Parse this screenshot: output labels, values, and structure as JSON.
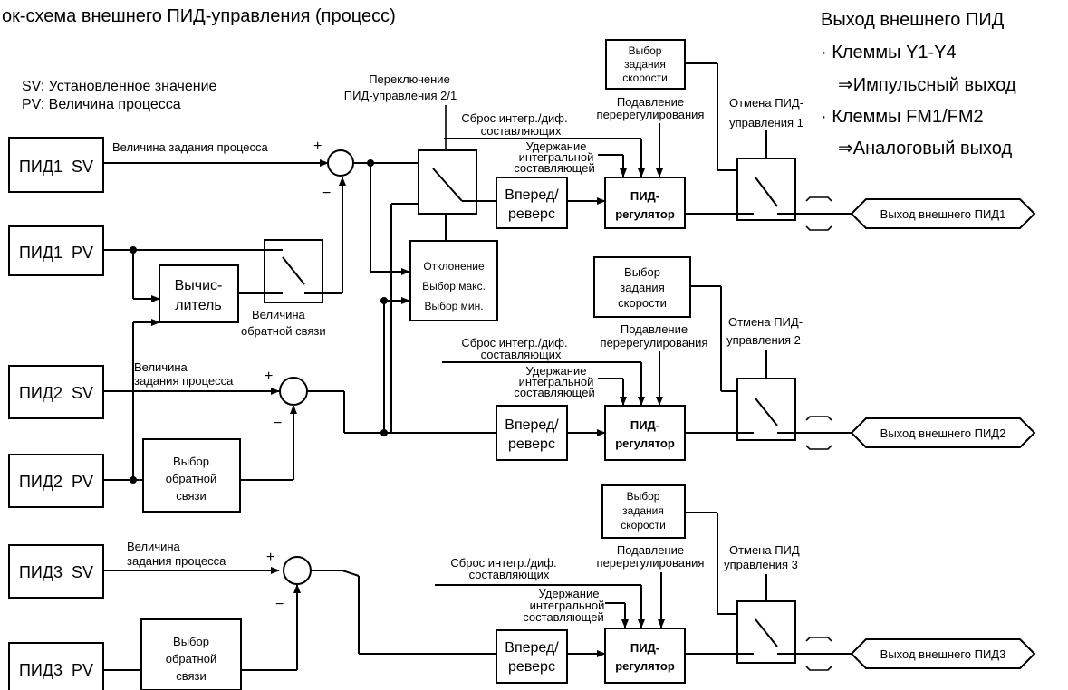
{
  "title": "ок-схема внешнего ПИД-управления (процесс)",
  "legend": {
    "sv": "SV: Установленное значение",
    "pv": "PV: Величина процесса"
  },
  "output_notes": {
    "title": "Выход внешнего ПИД",
    "line1": "· Клеммы Y1-Y4",
    "line2": "⇒Импульсный выход",
    "line3": "· Клеммы FM1/FM2",
    "line4": "⇒Аналоговый выход"
  },
  "inputs": {
    "pid1_sv": "ПИД1  SV",
    "pid1_pv": "ПИД1  PV",
    "pid2_sv": "ПИД2  SV",
    "pid2_pv": "ПИД2  PV",
    "pid3_sv": "ПИД3  SV",
    "pid3_pv": "ПИД3  PV"
  },
  "labels": {
    "process_setpoint_1": "Величина задания процесса",
    "process_setpoint_2a": "Величина",
    "process_setpoint_2b": "задания процесса",
    "process_setpoint_3a": "Величина",
    "process_setpoint_3b": "задания процесса",
    "calc_1": "Вычис-",
    "calc_2": "литель",
    "feedback_value_1": "Величина",
    "feedback_value_2": "обратной связи",
    "switch_1": "Переключение",
    "switch_2": "ПИД-управления 2/1",
    "deviation_1": "Отклонение",
    "deviation_2": "Выбор макс.",
    "deviation_3": "Выбор мин.",
    "fb_select_1": "Выбор",
    "fb_select_2": "обратной",
    "fb_select_3": "связи",
    "plus": "+",
    "minus": "−"
  },
  "channels": [
    {
      "reset_1": "Сброс интегр./диф.",
      "reset_2": "составляющих",
      "hold_1": "Удержание",
      "hold_2": "интегральной",
      "hold_3": "составляющей",
      "overshoot_1": "Подавление",
      "overshoot_2": "перерегулирования",
      "speed_1": "Выбор",
      "speed_2": "задания",
      "speed_3": "скорости",
      "fwdrev_1": "Вперед/",
      "fwdrev_2": "реверс",
      "reg_1": "ПИД-",
      "reg_2": "регулятор",
      "cancel_1": "Отмена ПИД-",
      "cancel_2": "управления 1",
      "output": "Выход внешнего ПИД1"
    },
    {
      "reset_1": "Сброс интегр./диф.",
      "reset_2": "составляющих",
      "hold_1": "Удержание",
      "hold_2": "интегральной",
      "hold_3": "составляющей",
      "overshoot_1": "Подавление",
      "overshoot_2": "перерегулирования",
      "speed_1": "Выбор",
      "speed_2": "задания",
      "speed_3": "скорости",
      "fwdrev_1": "Вперед/",
      "fwdrev_2": "реверс",
      "reg_1": "ПИД-",
      "reg_2": "регулятор",
      "cancel_1": "Отмена ПИД-",
      "cancel_2": "управления 2",
      "output": "Выход внешнего ПИД2"
    },
    {
      "reset_1": "Сброс интегр./диф.",
      "reset_2": "составляющих",
      "hold_1": "Удержание",
      "hold_2": "интегральной",
      "hold_3": "составляющей",
      "overshoot_1": "Подавление",
      "overshoot_2": "перерегулирования",
      "speed_1": "Выбор",
      "speed_2": "задания",
      "speed_3": "скорости",
      "fwdrev_1": "Вперед/",
      "fwdrev_2": "реверс",
      "reg_1": "ПИД-",
      "reg_2": "регулятор",
      "cancel_1": "Отмена ПИД-",
      "cancel_2": "управления 3",
      "output": "Выход внешнего ПИД3"
    }
  ]
}
